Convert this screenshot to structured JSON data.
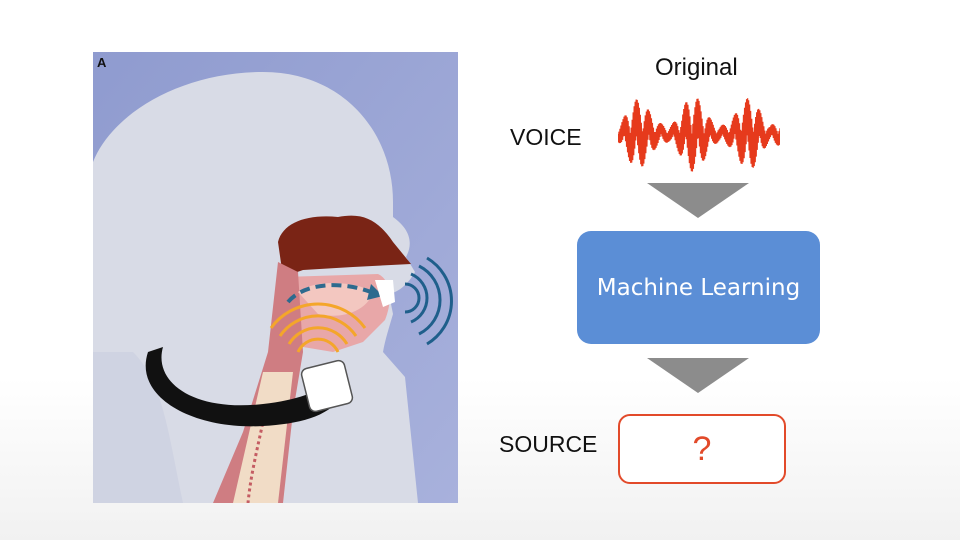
{
  "panel_label": "A",
  "flow": {
    "original_label": "Original",
    "voice_label": "VOICE",
    "machine_learning_label": "Machine Learning",
    "source_label": "SOURCE",
    "source_value": "?"
  },
  "colors": {
    "waveform": "#e63a1c",
    "ml_box": "#5b8ed6",
    "arrow": "#8c8c8c",
    "source_border": "#e24a2a",
    "neck_band": "#111111",
    "sound_waves_mouth": "#1f5f8b",
    "sound_waves_throat": "#f4a62a"
  }
}
